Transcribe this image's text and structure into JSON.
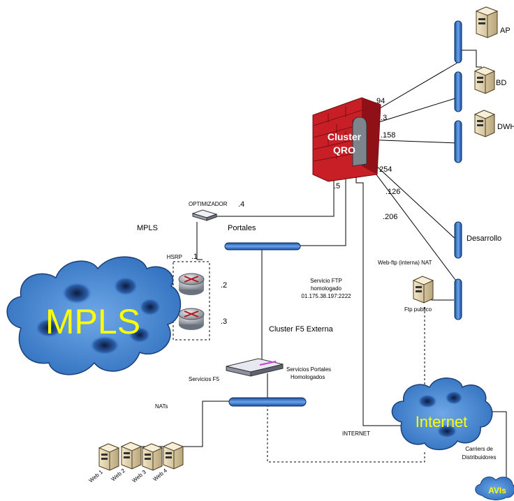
{
  "firewall": {
    "line1": "Cluster",
    "line2": "QRO"
  },
  "clouds": {
    "mpls": "MPLS",
    "internet": "Internet",
    "avis": "AVIs"
  },
  "servers": {
    "ap": "AP",
    "bd": "BD",
    "dwh": "DWH",
    "desarrollo": "Desarrollo"
  },
  "ips": {
    "ap": ".94",
    "bd": ".3",
    "dwh": ".158",
    "t254": "254",
    "t126": ".126",
    "t206": ".206",
    "t5": ".5",
    "t4": ".4",
    "t1": ".1",
    "t2": ".2",
    "t3": ".3"
  },
  "labels": {
    "optimizador": "OPTIMIZADOR",
    "mpls_text": "MPLS",
    "portales": "Portales",
    "hsrp": "HSRP",
    "ftp_service_1": "Servicio FTP",
    "ftp_service_2": "homologado",
    "ftp_service_3": "01.175.38.197:2222",
    "webftp": "Web-ftp (interna) NAT",
    "ftp_publico": "Ftp publico",
    "cluster_f5": "Cluster F5 Externa",
    "servicios_f5": "Servicios F5",
    "servicios_portales_1": "Servicios Portales",
    "servicios_portales_2": "Homologados",
    "nats": "NATs",
    "internet_text": "INTERNET",
    "carriers_1": "Carriers de",
    "carriers_2": "Distribuidores"
  },
  "web_servers": [
    "Web 1",
    "Web 2",
    "Web 3",
    "Web 4"
  ],
  "colors": {
    "bar": "#2b6cc4",
    "firewall": "#d42a30",
    "cloud": "#3a7fd0",
    "cloud_text": "#ffff00",
    "router": "#9aa0a8"
  }
}
